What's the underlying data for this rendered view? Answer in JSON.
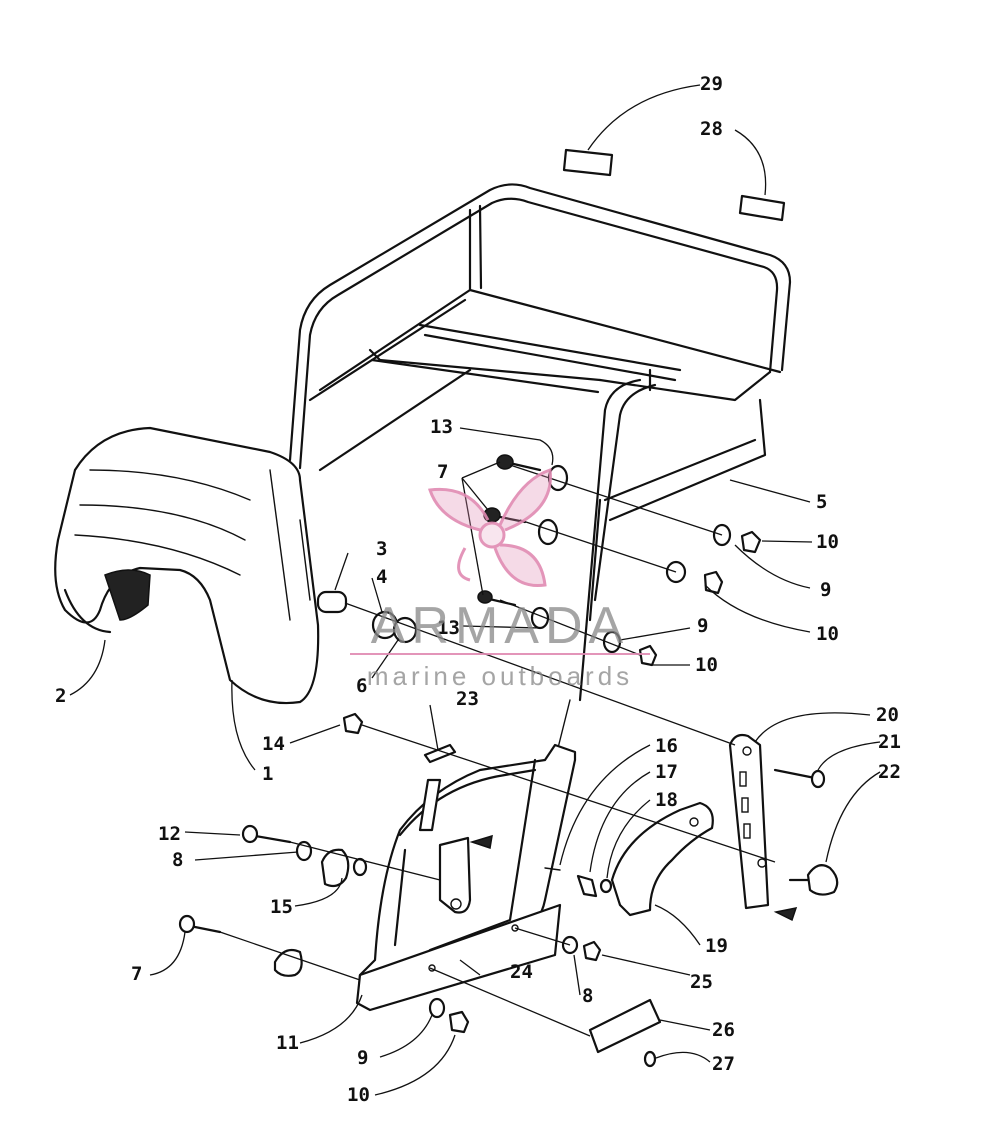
{
  "watermark": {
    "brand": "ARMADA",
    "tagline": "marine outboards",
    "brand_color": "#8a8a8a",
    "logo_color": "#e08ab2"
  },
  "callouts": [
    "1",
    "2",
    "3",
    "4",
    "5",
    "6",
    "7",
    "7",
    "8",
    "8",
    "9",
    "9",
    "9",
    "10",
    "10",
    "10",
    "10",
    "11",
    "12",
    "13",
    "13",
    "14",
    "15",
    "16",
    "17",
    "18",
    "19",
    "20",
    "21",
    "22",
    "23",
    "24",
    "25",
    "26",
    "27",
    "28",
    "29"
  ]
}
